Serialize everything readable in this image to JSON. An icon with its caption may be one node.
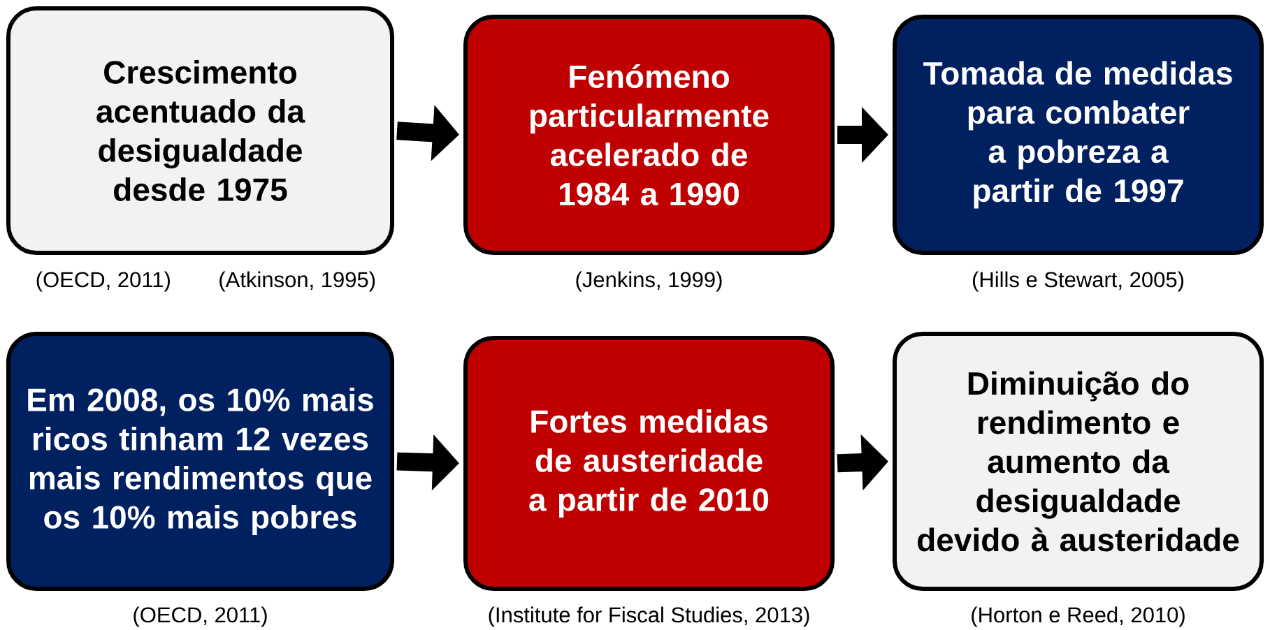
{
  "diagram": {
    "nodes": [
      {
        "text": [
          "Crescimento acentuado da desigualdade desde 1975"
        ],
        "beside": [
          "(OECD, 2011)",
          "(Atkinson, 1995)"
        ]
      },
      {
        "text": [
          "Fenómeno particularmente acelerado de 1984 a 1990"
        ],
        "beside": [
          "(Jenkins, 1999)"
        ]
      },
      {
        "text": [
          "Tomada de medidas para combater a pobreza a partir de 1997"
        ],
        "beside": [
          "(Hills e Stewart, 2005)"
        ]
      },
      {
        "text": [
          "Em 2008, os 10% mais ricos tinham 12 vezes mais rendimentos que os 10% mais pobres"
        ],
        "beside": [
          "(OECD, 2011)"
        ]
      },
      {
        "text": [
          "Fortes medidas de austeridade a partir de 2010"
        ],
        "beside": [
          "(Institute for Fiscal Studies, 2013)"
        ]
      },
      {
        "text": [
          "Diminuição do rendimento e aumento da desigualdade devido à austeridade"
        ],
        "beside": [
          "(Horton e Reed, 2010)"
        ]
      }
    ],
    "edges": [
      {
        "from": 0,
        "to": 1,
        "arrow": "to"
      },
      {
        "from": 1,
        "to": 2,
        "arrow": "to"
      },
      {
        "from": 3,
        "to": 4,
        "arrow": "to"
      },
      {
        "from": 4,
        "to": 5,
        "arrow": "to"
      }
    ]
  }
}
